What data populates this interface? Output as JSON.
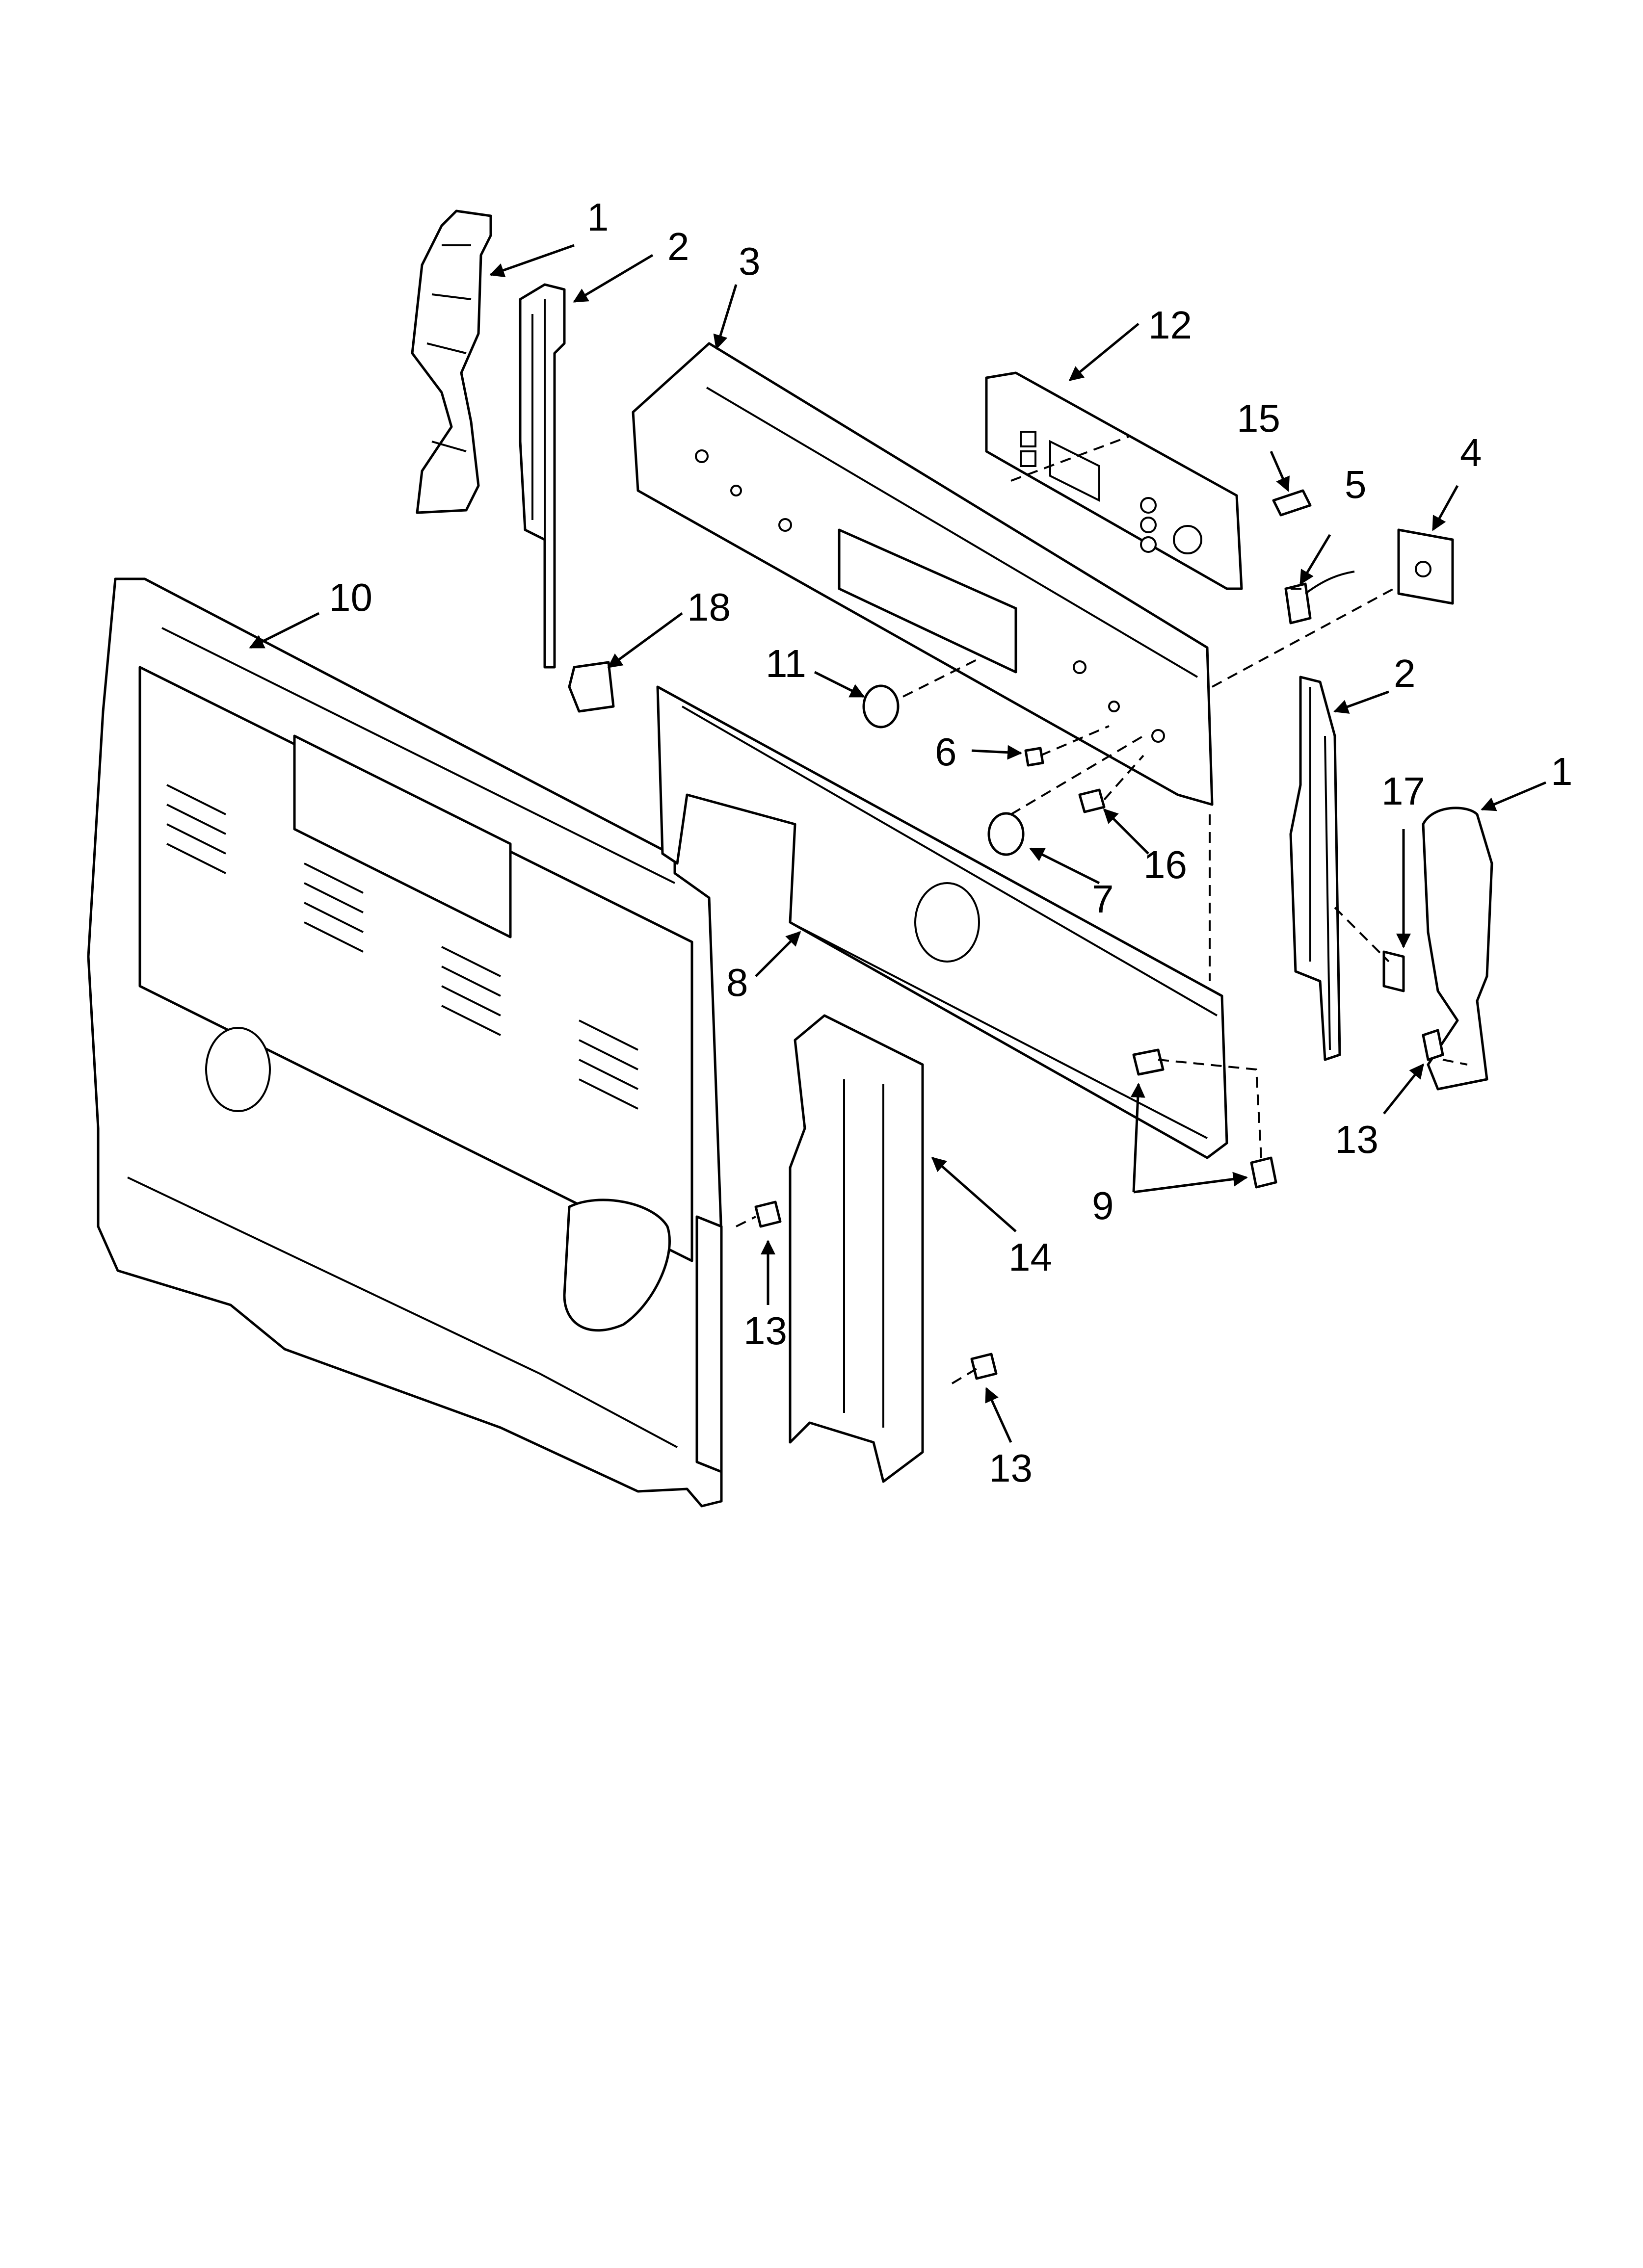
{
  "callouts": {
    "c1_left": "1",
    "c2_left": "2",
    "c3": "3",
    "c12": "12",
    "c15": "15",
    "c5": "5",
    "c4": "4",
    "c10": "10",
    "c18": "18",
    "c11": "11",
    "c6": "6",
    "c2_right": "2",
    "c17": "17",
    "c1_right": "1",
    "c16": "16",
    "c7": "7",
    "c8": "8",
    "c13_right": "13",
    "c9": "9",
    "c14": "14",
    "c13_mid": "13",
    "c13_bottom": "13"
  }
}
